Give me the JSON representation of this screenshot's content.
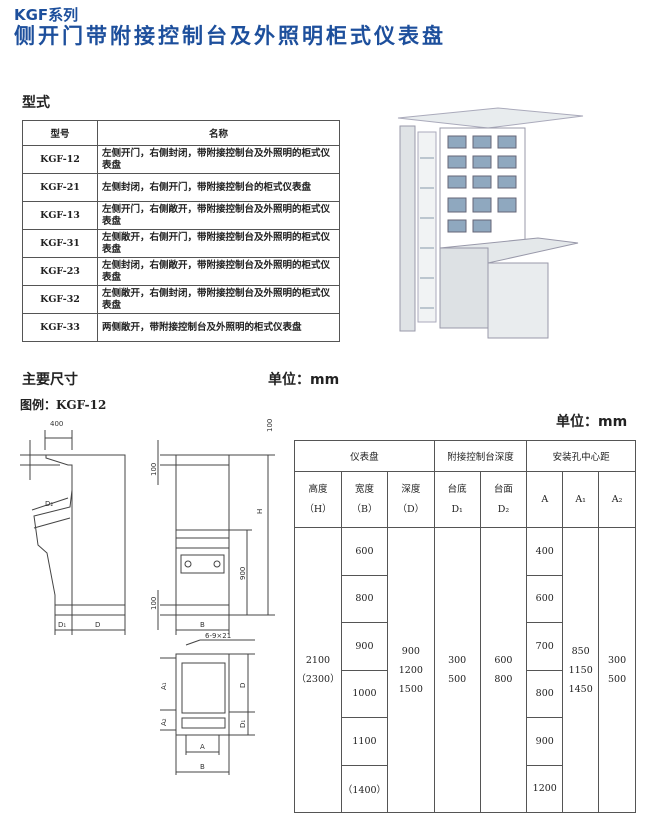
{
  "header": {
    "series": "KGF系列",
    "title": "侧开门带附接控制台及外照明柜式仪表盘"
  },
  "types_section": {
    "heading": "型式",
    "columns": [
      "型号",
      "名称"
    ],
    "rows": [
      {
        "model": "KGF-12",
        "name": "左侧开门，右侧封闭，带附接控制台及外照明的柜式仪表盘"
      },
      {
        "model": "KGF-21",
        "name": "左侧封闭，右侧开门，带附接控制台的柜式仪表盘"
      },
      {
        "model": "KGF-13",
        "name": "左侧开门，右侧敞开，带附接控制台及外照明的柜式仪表盘"
      },
      {
        "model": "KGF-31",
        "name": "左侧敞开，右侧开门，带附接控制台及外照明的柜式仪表盘"
      },
      {
        "model": "KGF-23",
        "name": "左侧封闭，右侧敞开，带附接控制台及外照明的柜式仪表盘"
      },
      {
        "model": "KGF-32",
        "name": "左侧敞开，右侧封闭，带附接控制台及外照明的柜式仪表盘"
      },
      {
        "model": "KGF-33",
        "name": "两侧敞开，带附接控制台及外照明的柜式仪表盘"
      }
    ]
  },
  "dims_section": {
    "heading": "主要尺寸",
    "unit": "单位：mm",
    "example": "图例：KGF-12",
    "unit2": "单位：mm"
  },
  "drawing_labels": {
    "w400": "400",
    "top100": "100",
    "side100a": "100",
    "side100b": "100",
    "H": "H",
    "h900": "900",
    "D": "D",
    "D1": "D₁",
    "D2": "D₂",
    "B": "B",
    "A": "A",
    "A1": "A₁",
    "A2": "A₂",
    "holes": "6-9×21",
    "plan_D": "D",
    "plan_D1": "D₁",
    "plan_B": "B"
  },
  "dims_table": {
    "groups": [
      "仪表盘",
      "附接控制台深度",
      "安装孔中心距"
    ],
    "cols": [
      [
        "高度",
        "（H）"
      ],
      [
        "宽度",
        "（B）"
      ],
      [
        "深度",
        "（D）"
      ],
      [
        "台底",
        "D₁"
      ],
      [
        "台面",
        "D₂"
      ],
      [
        "A"
      ],
      [
        "A₁"
      ],
      [
        "A₂"
      ]
    ],
    "height": [
      "2100",
      "（2300）"
    ],
    "widths": [
      "600",
      "800",
      "900",
      "1000",
      "1100",
      "（1400）"
    ],
    "depth": [
      "900",
      "1200",
      "1500"
    ],
    "d1": [
      "300",
      "500"
    ],
    "d2": [
      "600",
      "800"
    ],
    "a": [
      "400",
      "600",
      "700",
      "800",
      "900",
      "1200"
    ],
    "a1": [
      "850",
      "1150",
      "1450"
    ],
    "a2": [
      "300",
      "500"
    ]
  }
}
